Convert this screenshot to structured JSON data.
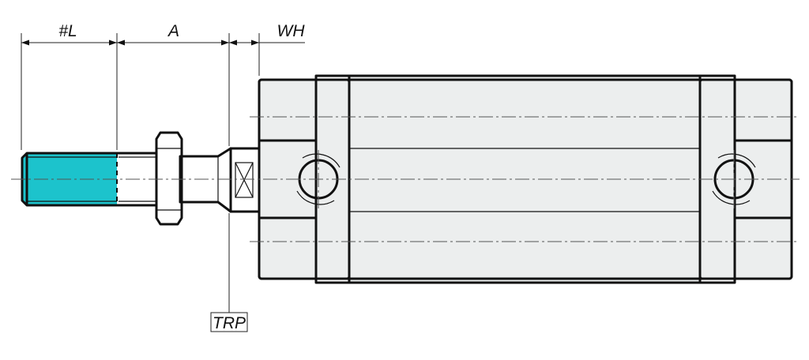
{
  "labels": {
    "dim_1": "#L",
    "dim_2": "A",
    "dim_3": "WH",
    "ref_box": "TRP"
  },
  "colors": {
    "thread_highlight": "#1cc3cc",
    "body_fill": "#eceeee",
    "line": "#111111"
  },
  "icons": [
    "hex-nut-icon",
    "wrench-flat-icon",
    "mounting-hole-icon"
  ]
}
